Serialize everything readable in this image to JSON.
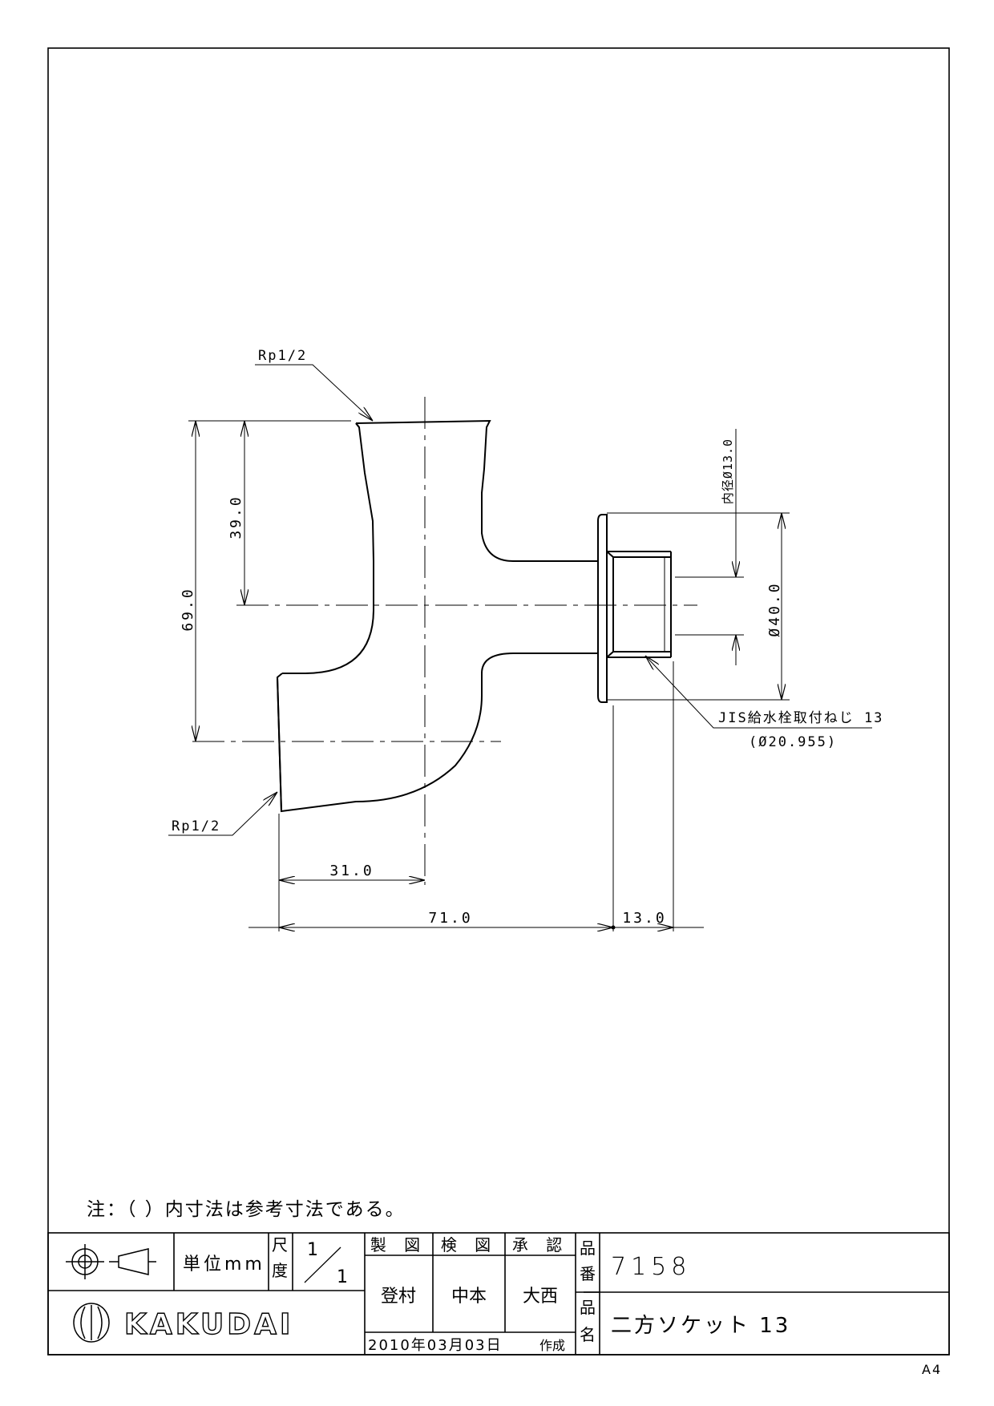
{
  "drawing": {
    "labels": {
      "rp_top": "Rp1/2",
      "rp_bottom": "Rp1/2",
      "inner_diameter": "内径Ø13.0",
      "flange_diameter": "Ø40.0",
      "thread_name": "JIS給水栓取付ねじ 13",
      "thread_diameter": "(Ø20.955)"
    },
    "dimensions": {
      "height_total": "69.0",
      "height_upper": "39.0",
      "width_offset": "31.0",
      "width_total": "71.0",
      "thread_length": "13.0"
    }
  },
  "note": "注：（ ）内寸法は参考寸法である。",
  "title_block": {
    "unit": "単位mm",
    "scale_label_1": "尺",
    "scale_label_2": "度",
    "scale_num": "1",
    "scale_den": "1",
    "drawn_header": "製 図",
    "checked_header": "検 図",
    "approved_header": "承 認",
    "drawn_by": "登村",
    "checked_by": "中本",
    "approved_by": "大西",
    "date": "2010年03月03日",
    "created": "作成",
    "part_no_label_1": "品",
    "part_no_label_2": "番",
    "part_no": "7158",
    "part_name_label_1": "品",
    "part_name_label_2": "名",
    "part_name": "二方ソケット 13",
    "brand": "KAKUDAI",
    "paper_size": "A4"
  }
}
